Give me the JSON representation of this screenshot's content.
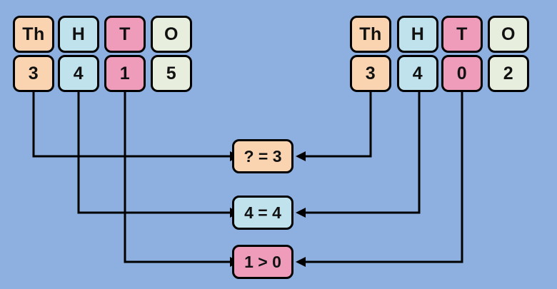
{
  "background_color": "#8db0e0",
  "palette": {
    "thousands": "#fad4b0",
    "hundreds": "#bfe2ec",
    "tens": "#ef9cbb",
    "ones": "#e8eede",
    "border": "#000000"
  },
  "left_chart": {
    "headers": [
      "Th",
      "H",
      "T",
      "O"
    ],
    "digits": [
      "3",
      "4",
      "1",
      "5"
    ],
    "colors": [
      "#fad4b0",
      "#bfe2ec",
      "#ef9cbb",
      "#e8eede"
    ]
  },
  "right_chart": {
    "headers": [
      "Th",
      "H",
      "T",
      "O"
    ],
    "digits": [
      "3",
      "4",
      "0",
      "2"
    ],
    "colors": [
      "#fad4b0",
      "#bfe2ec",
      "#ef9cbb",
      "#e8eede"
    ]
  },
  "comparisons": [
    {
      "text": "? = 3",
      "color": "#fad4b0"
    },
    {
      "text": "4 = 4",
      "color": "#bfe2ec"
    },
    {
      "text": "1 > 0",
      "color": "#ef9cbb"
    }
  ]
}
